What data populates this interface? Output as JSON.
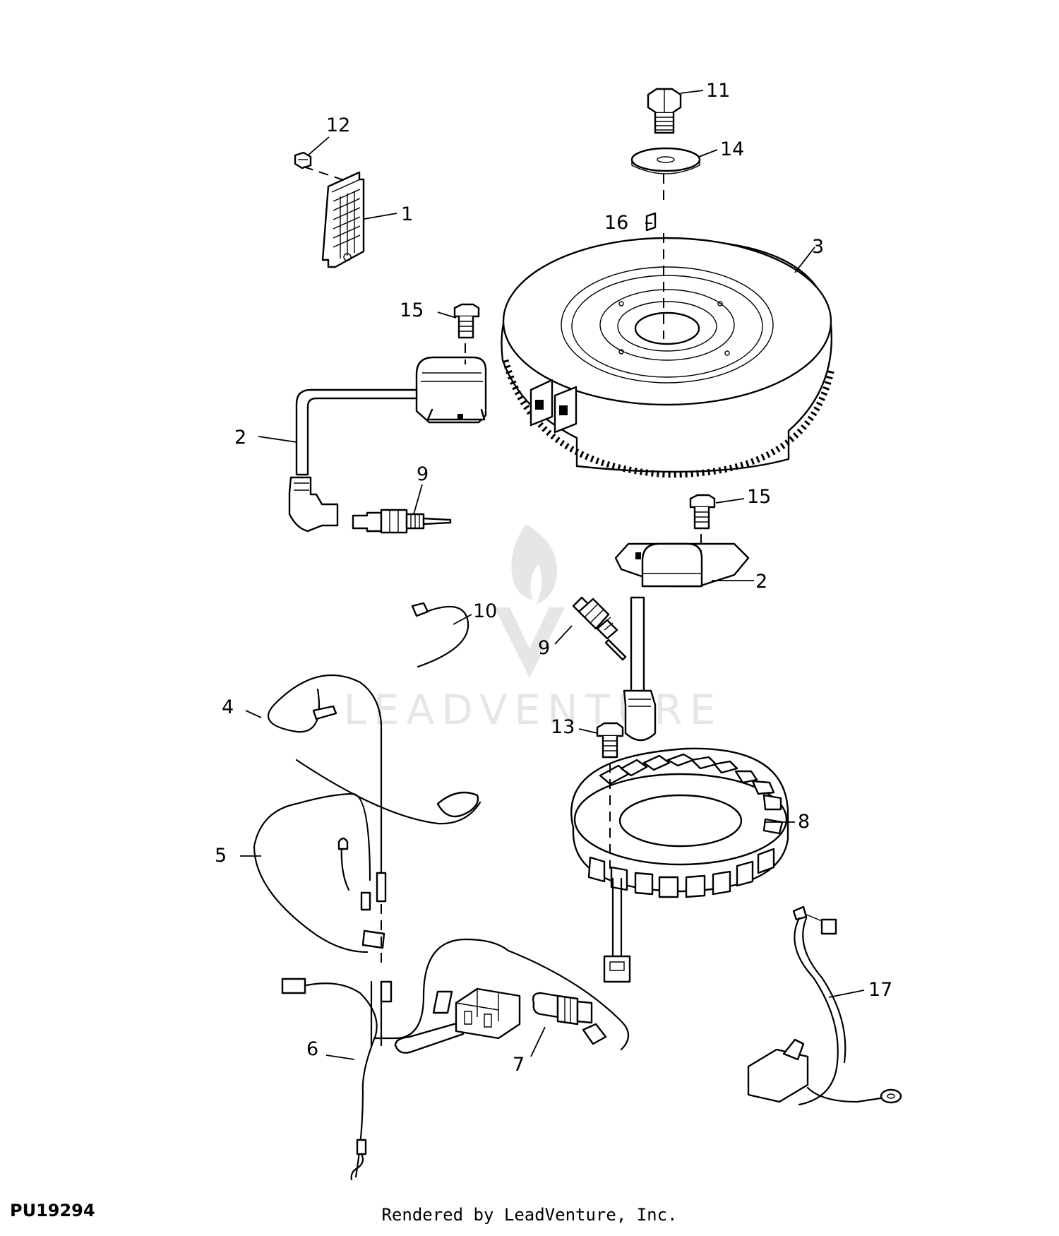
{
  "figure_code": "PU19294",
  "credit": "Rendered by LeadVenture, Inc.",
  "watermark": "LEADVENTURE",
  "callouts": {
    "c1": "1",
    "c2a": "2",
    "c2b": "2",
    "c3": "3",
    "c4": "4",
    "c5": "5",
    "c6": "6",
    "c7": "7",
    "c8": "8",
    "c9a": "9",
    "c9b": "9",
    "c10": "10",
    "c11": "11",
    "c12": "12",
    "c13": "13",
    "c14": "14",
    "c15a": "15",
    "c15b": "15",
    "c16": "16",
    "c17": "17"
  }
}
